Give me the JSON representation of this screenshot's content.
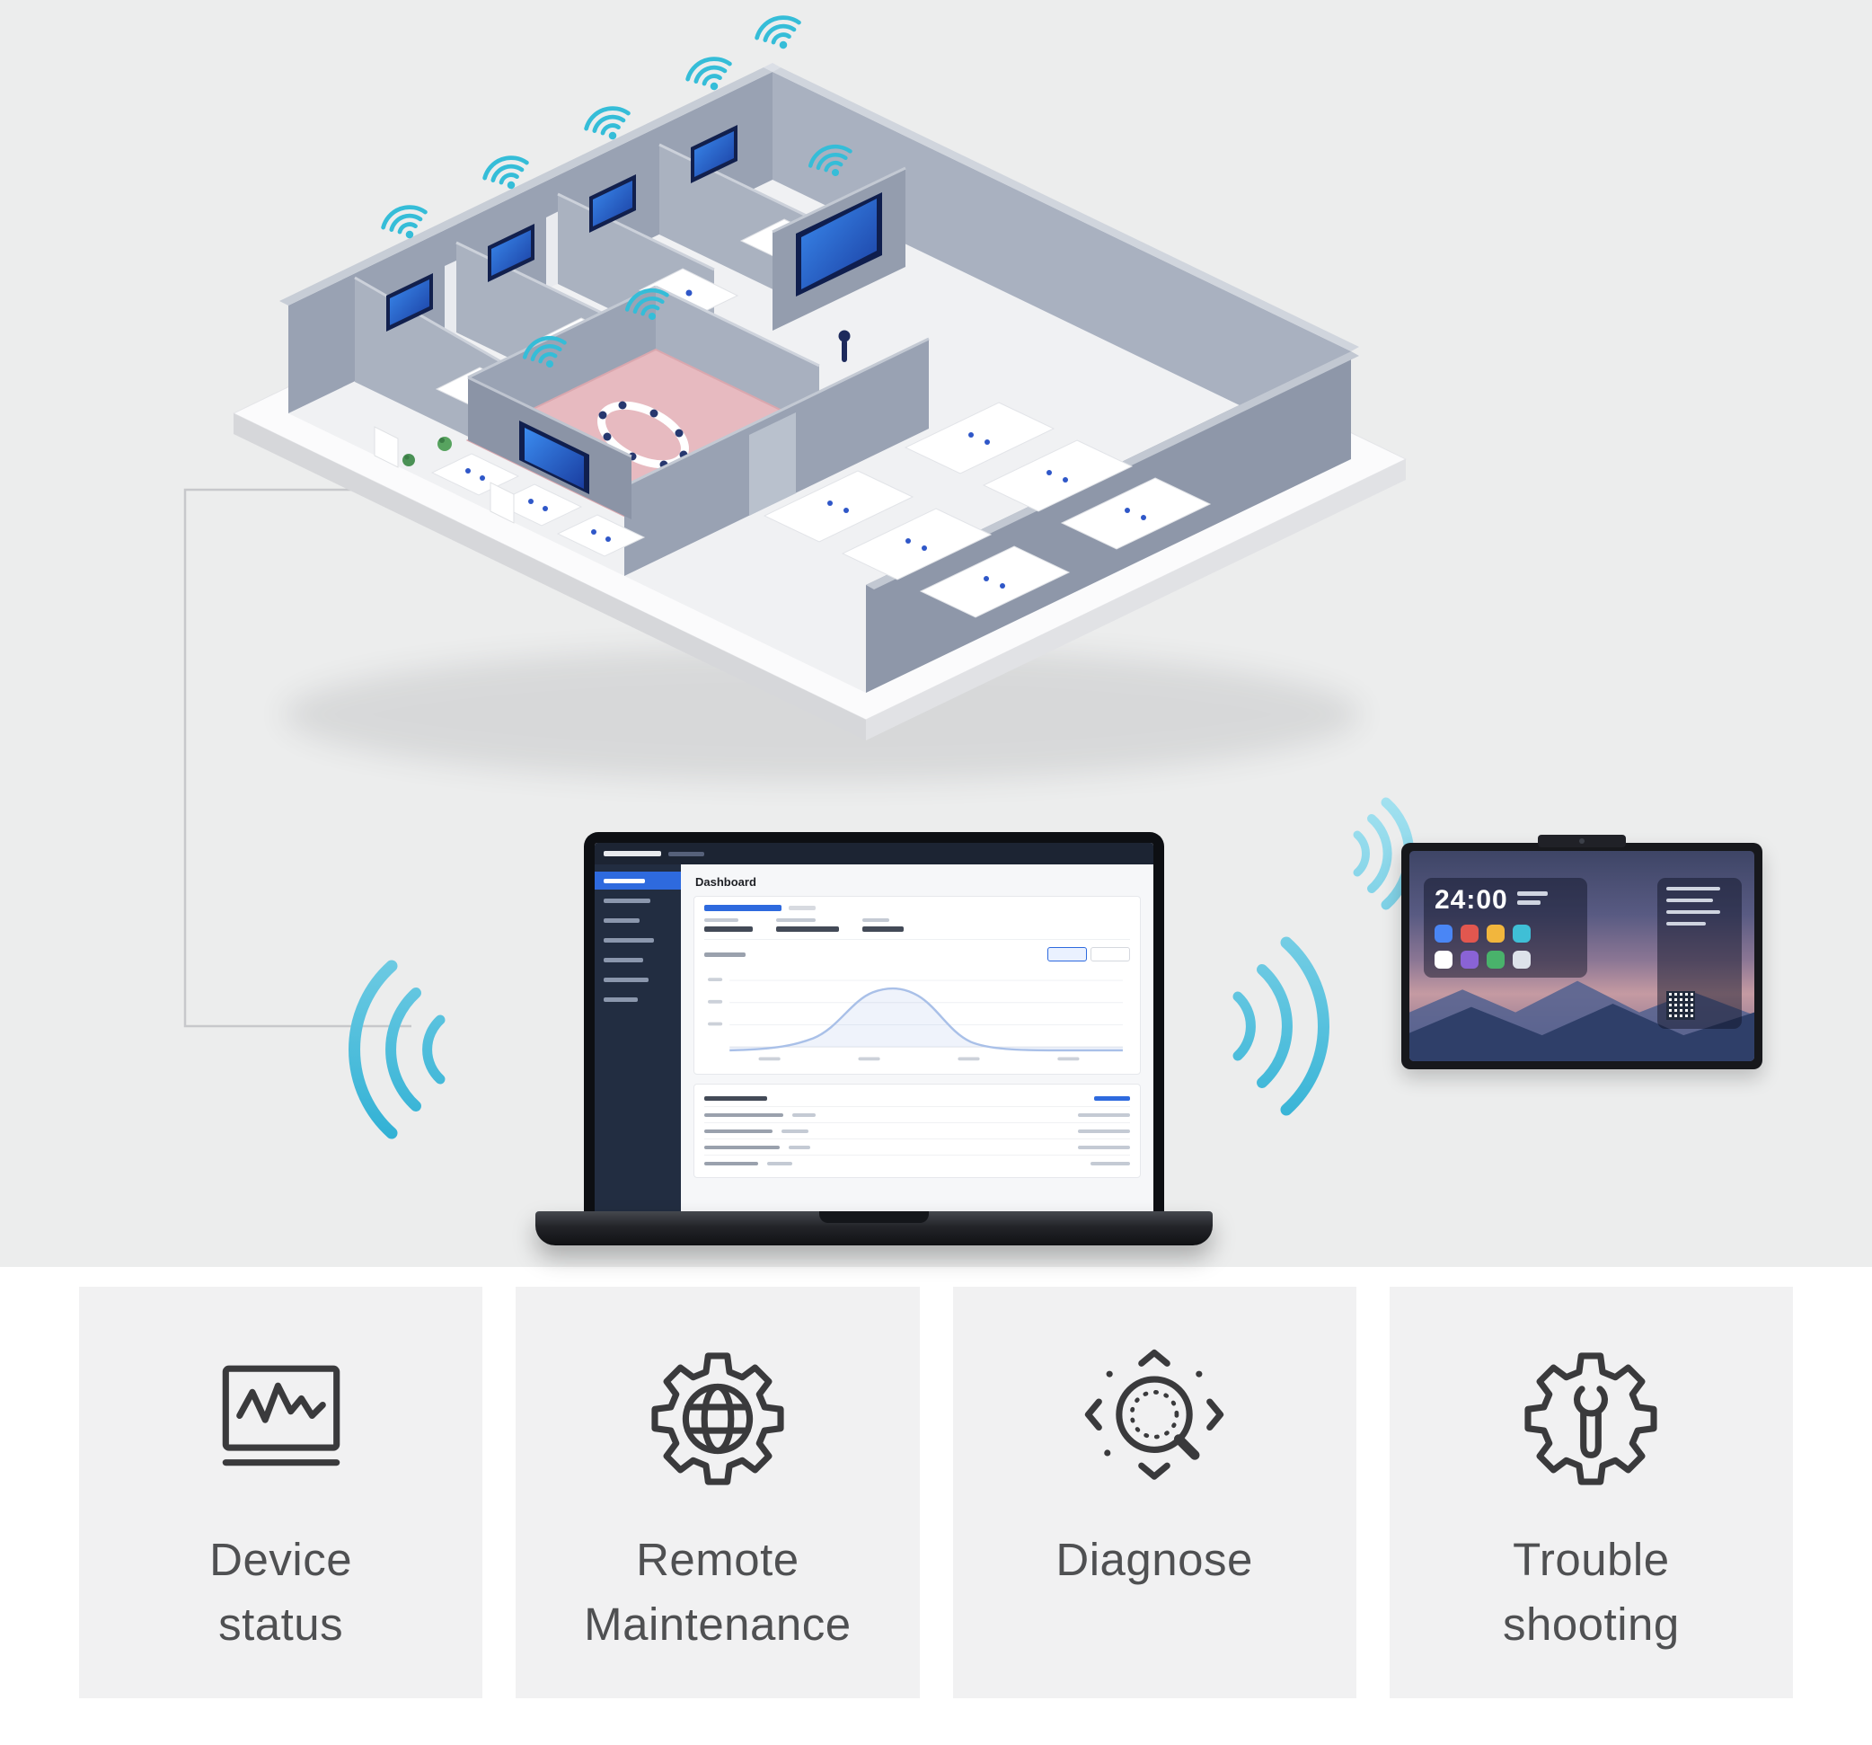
{
  "palette": {
    "background": "#eceded",
    "card_background": "#f1f1f2",
    "wifi_teal": "#35bdd8",
    "accent_blue": "#2e6ade",
    "wall_gray": "#99a2b3",
    "meeting_room_pink": "#e7bac0",
    "screen_glow_blue": "#2f7fe0"
  },
  "scene": {
    "building": {
      "name": "isometric-office-floor-plan"
    },
    "laptop": {
      "dashboard_title": "Dashboard"
    },
    "display": {
      "clock_time": "24:00"
    }
  },
  "features": [
    {
      "icon": "device-status-icon",
      "label": "Device\nstatus"
    },
    {
      "icon": "remote-maintenance-icon",
      "label": "Remote\nMaintenance"
    },
    {
      "icon": "diagnose-icon",
      "label": "Diagnose"
    },
    {
      "icon": "troubleshooting-icon",
      "label": "Trouble\nshooting"
    }
  ]
}
